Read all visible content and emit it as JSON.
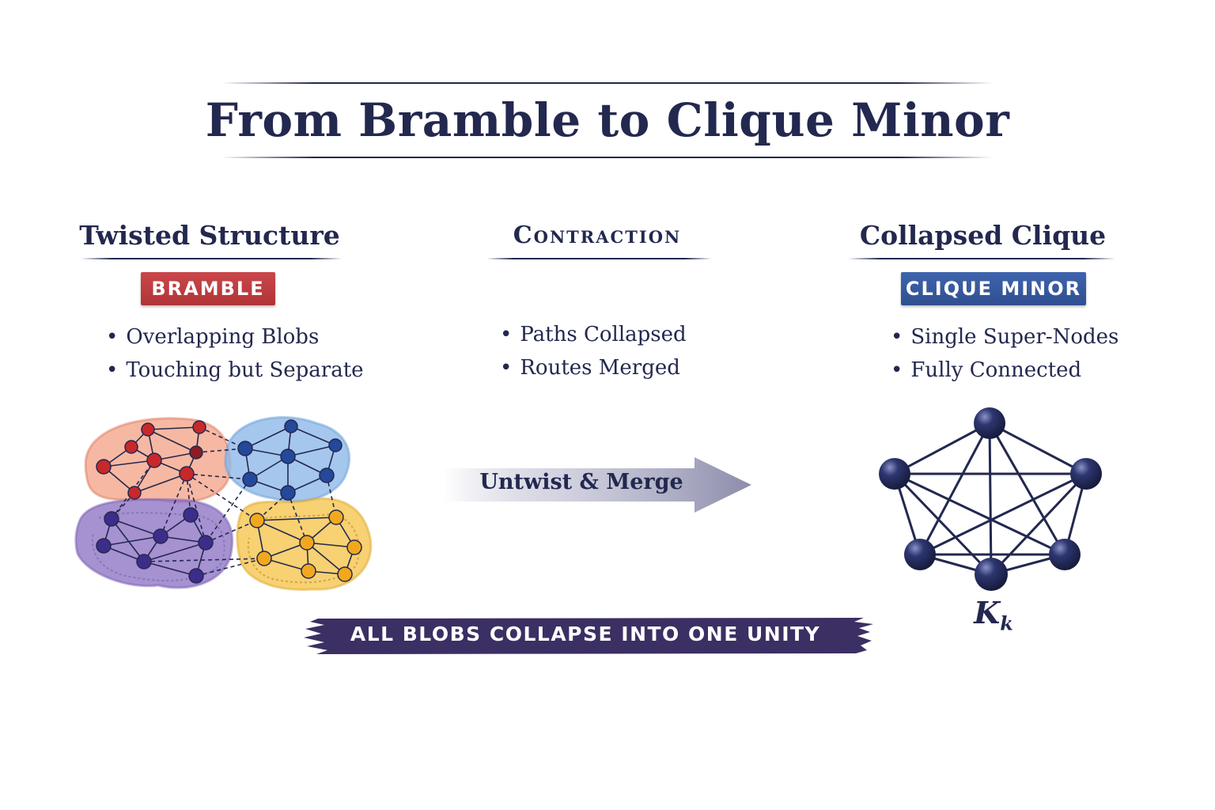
{
  "title": "From Bramble to Clique Minor",
  "columns": [
    {
      "heading": "Twisted Structure",
      "badge": "BRAMBLE",
      "bullets": [
        "Overlapping Blobs",
        "Touching but Separate"
      ]
    },
    {
      "heading": "Contraction",
      "badge": "",
      "bullets": [
        "Paths Collapsed",
        "Routes Merged"
      ]
    },
    {
      "heading": "Collapsed Clique",
      "badge": "CLIQUE MINOR",
      "bullets": [
        "Single Super-Nodes",
        "Fully Connected"
      ]
    }
  ],
  "arrow": {
    "label": "Untwist & Merge"
  },
  "banner": {
    "text": "ALL BLOBS COLLAPSE INTO ONE UNITY"
  },
  "clique": {
    "label_main": "K",
    "label_sub": "k"
  },
  "colors": {
    "ink": "#23284f",
    "bramble_red": "#b23437",
    "clique_blue": "#2f4f91",
    "blob_red": "#f3a083",
    "blob_blue": "#8fb8e8",
    "blob_purple": "#8d72c4",
    "blob_yellow": "#f5c44a",
    "banner": "#3b2f63"
  }
}
